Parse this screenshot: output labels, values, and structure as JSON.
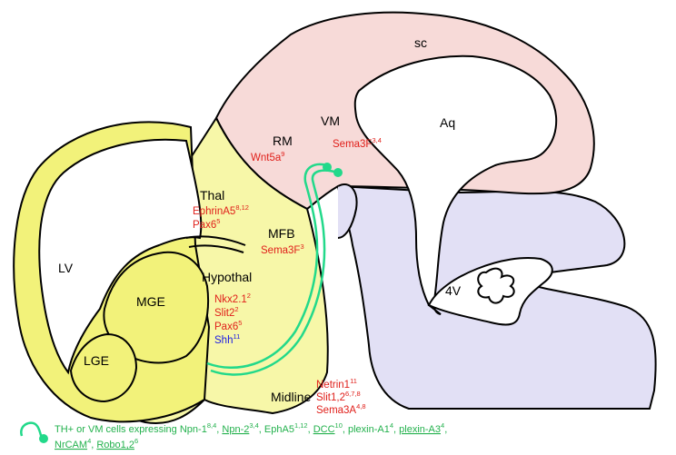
{
  "colors": {
    "midbrain_dorsal": "#f7dad8",
    "hindbrain": "#e2e0f5",
    "forebrain": "#f7f7a8",
    "ventricle_wall": "#f2f27a",
    "axon_tract": "#22d98a",
    "cue_text": "#e0201b",
    "shh_text": "#1a1ae6",
    "legend_text": "#22b14c"
  },
  "regions": {
    "sc": "sc",
    "aq": "Aq",
    "vm": "VM",
    "rm": "RM",
    "thal": "Thal",
    "mfb": "MFB",
    "hypothal": "Hypothal",
    "lv": "LV",
    "mge": "MGE",
    "lge": "LGE",
    "fourth_v": "4V",
    "midline": "Midline"
  },
  "cues": {
    "sema3f_vm": {
      "name": "Sema3F",
      "refs": "3,4"
    },
    "wnt5a": {
      "name": "Wnt5a",
      "refs": "9"
    },
    "ephrina5": {
      "name": "EphrinA5",
      "refs": "8,12"
    },
    "pax6_thal": {
      "name": "Pax6",
      "refs": "5"
    },
    "sema3f_mfb": {
      "name": "Sema3F",
      "refs": "3"
    },
    "nkx21": {
      "name": "Nkx2.1",
      "refs": "2"
    },
    "slit2": {
      "name": "Slit2",
      "refs": "2"
    },
    "pax6_hyp": {
      "name": "Pax6",
      "refs": "5"
    },
    "shh": {
      "name": "Shh",
      "refs": "11"
    },
    "netrin1": {
      "name": "Netrin1",
      "refs": "11"
    },
    "slit12": {
      "name": "Slit1,2",
      "refs": "6,7,8"
    },
    "sema3a": {
      "name": "Sema3A",
      "refs": "4,8"
    }
  },
  "legend": {
    "lead": "TH+ or VM cells expressing ",
    "items": [
      {
        "name": "Npn-1",
        "refs": "8,4",
        "underline": false,
        "sep": ", "
      },
      {
        "name": "Npn-2",
        "refs": "3,4",
        "underline": true,
        "sep": ", "
      },
      {
        "name": "EphA5",
        "refs": "1,12",
        "underline": false,
        "sep": ", "
      },
      {
        "name": "DCC",
        "refs": "10",
        "underline": true,
        "sep": ", "
      },
      {
        "name": "plexin-A1",
        "refs": "4",
        "underline": false,
        "sep": ", "
      },
      {
        "name": "plexin-A3",
        "refs": "4",
        "underline": true,
        "sep": ","
      }
    ],
    "items2": [
      {
        "name": "NrCAM",
        "refs": "4",
        "underline": true,
        "sep": ", "
      },
      {
        "name": "Robo1,2",
        "refs": "6",
        "underline": true,
        "sep": ""
      }
    ]
  }
}
